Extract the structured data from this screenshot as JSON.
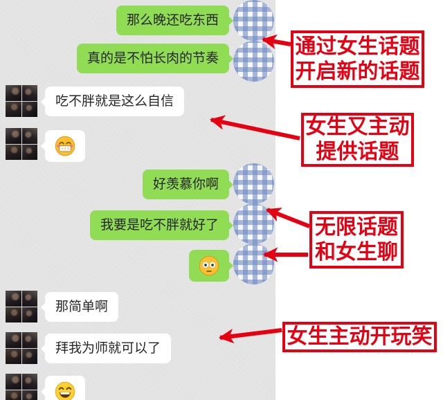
{
  "app": {
    "name": "wechat-chat-annotated-screenshot"
  },
  "colors": {
    "chat_background": "#e3e3e3",
    "bubble_sent_green": "#90dc54",
    "bubble_received_white": "#ffffff",
    "annotation_red": "#e60012",
    "message_text": "#262626",
    "avatar_gingham_blue": "#8ba3d6"
  },
  "chat": {
    "messages": [
      {
        "side": "sent",
        "type": "text",
        "text": "那么晚还吃东西"
      },
      {
        "side": "sent",
        "type": "text",
        "text": "真的是不怕长肉的节奏"
      },
      {
        "side": "received",
        "type": "text",
        "text": "吃不胖就是这么自信"
      },
      {
        "side": "received",
        "type": "emoji",
        "emoji": "grinning-teeth-emoji"
      },
      {
        "side": "sent",
        "type": "text",
        "text": "好羡慕你啊"
      },
      {
        "side": "sent",
        "type": "text",
        "text": "我要是吃不胖就好了"
      },
      {
        "side": "sent",
        "type": "emoji",
        "emoji": "flushed-emoji"
      },
      {
        "side": "received",
        "type": "text",
        "text": "那简单啊"
      },
      {
        "side": "received",
        "type": "text",
        "text": "拜我为师就可以了"
      },
      {
        "side": "received",
        "type": "emoji",
        "emoji": "smiling-emoji"
      }
    ]
  },
  "annotations": [
    {
      "lines": [
        "通过女生话题",
        "开启新的话题"
      ]
    },
    {
      "lines": [
        "女生又主动",
        "提供话题"
      ]
    },
    {
      "lines": [
        "无限话题",
        "和女生聊"
      ]
    },
    {
      "lines": [
        "女生主动开玩笑"
      ]
    }
  ]
}
